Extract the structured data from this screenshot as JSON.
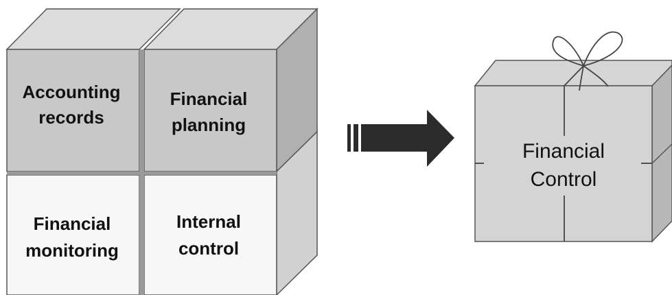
{
  "left_group": {
    "blocks": [
      {
        "line1": "Accounting",
        "line2": "records"
      },
      {
        "line1": "Financial",
        "line2": "planning"
      },
      {
        "line1": "Financial",
        "line2": "monitoring"
      },
      {
        "line1": "Internal",
        "line2": "control"
      }
    ]
  },
  "arrow": {
    "icon": "right-arrow-icon"
  },
  "gift_box": {
    "line1": "Financial",
    "line2": "Control",
    "icon": "bow-icon"
  },
  "colors": {
    "dark_face": "#c8c8c8",
    "dark_top": "#dcdcdc",
    "dark_side": "#b0b0b0",
    "light_face": "#f7f7f7",
    "light_side": "#d2d2d2",
    "arrow": "#2b2b2b",
    "outline": "#555555"
  }
}
